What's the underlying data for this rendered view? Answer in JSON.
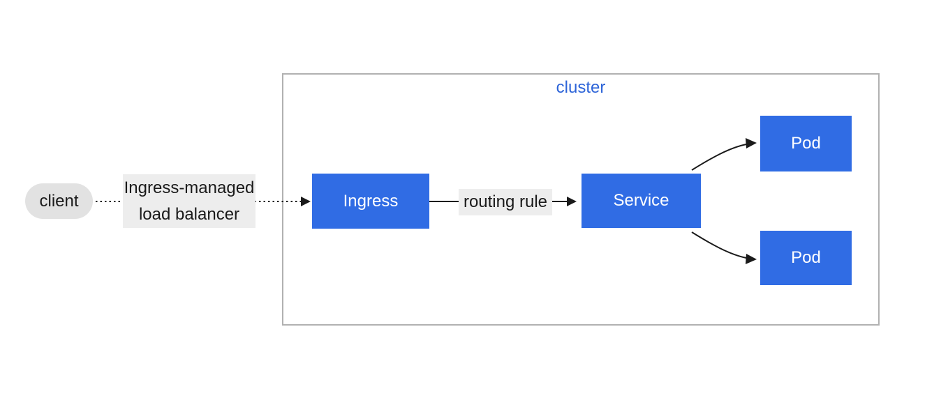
{
  "diagram": {
    "cluster_title": "cluster",
    "nodes": {
      "client": "client",
      "ingress": "Ingress",
      "service": "Service",
      "pod_top": "Pod",
      "pod_bottom": "Pod"
    },
    "edge_labels": {
      "load_balancer_line1": "Ingress-managed",
      "load_balancer_line2": "load balancer",
      "routing_rule": "routing rule"
    },
    "edges": [
      {
        "from": "client",
        "to": "ingress",
        "style": "dotted",
        "label": "Ingress-managed load balancer"
      },
      {
        "from": "ingress",
        "to": "service",
        "style": "solid",
        "label": "routing rule"
      },
      {
        "from": "service",
        "to": "pod_top",
        "style": "curved"
      },
      {
        "from": "service",
        "to": "pod_bottom",
        "style": "curved"
      }
    ],
    "colors": {
      "node_fill": "#306ce4",
      "node_text": "#ffffff",
      "cluster_title_color": "#2d64d8",
      "cluster_border": "#b1b1b1",
      "label_bg": "#ededed",
      "client_bg": "#e2e2e2",
      "arrow": "#1a1a1a",
      "text_dark": "#1a1a1a"
    }
  }
}
